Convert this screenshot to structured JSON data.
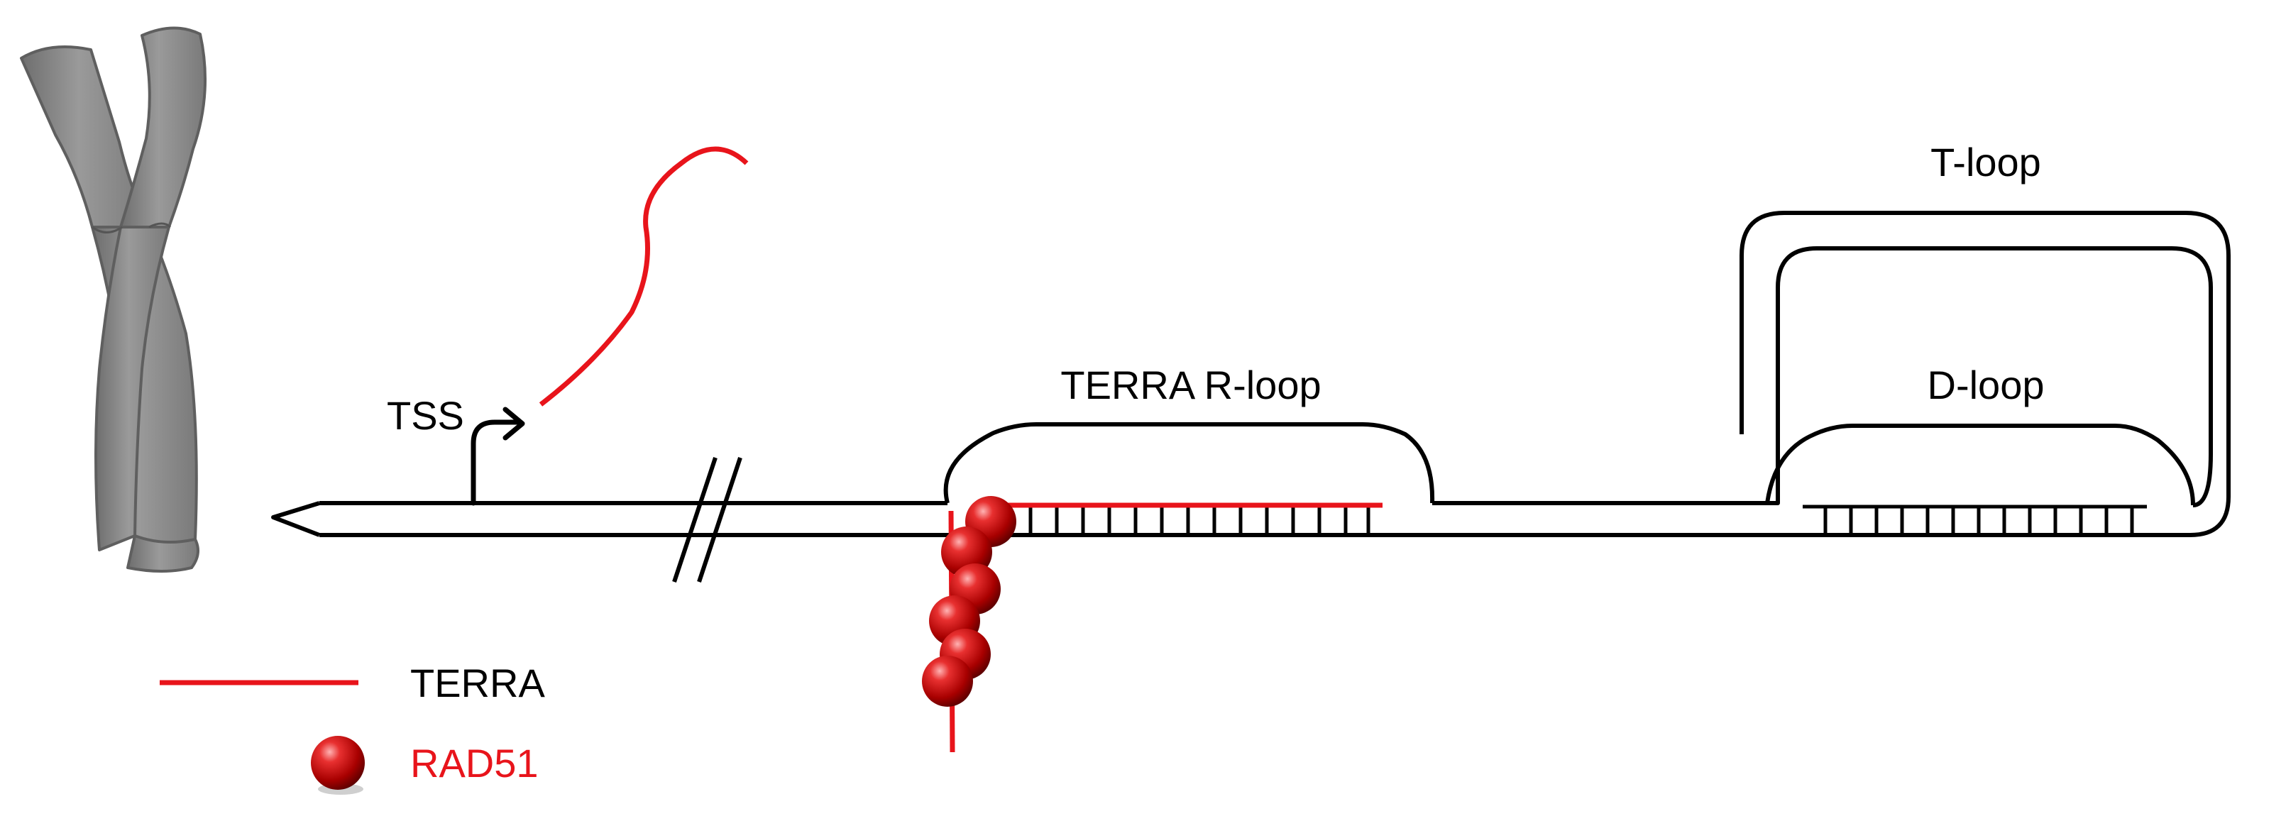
{
  "labels": {
    "tss": "TSS",
    "terra_r_loop": "TERRA R-loop",
    "t_loop": "T-loop",
    "d_loop": "D-loop"
  },
  "legend": {
    "terra": "TERRA",
    "rad51": "RAD51"
  },
  "colors": {
    "dna_strand": "#000000",
    "terra_rna": "#e8141b",
    "rad51_label": "#e8141b",
    "chromosome": "#8c8c8c"
  },
  "icons": {
    "chromosome": "chromosome-icon",
    "rad51": "rad51-sphere-icon",
    "tss_arrow": "tss-arrow-icon"
  }
}
